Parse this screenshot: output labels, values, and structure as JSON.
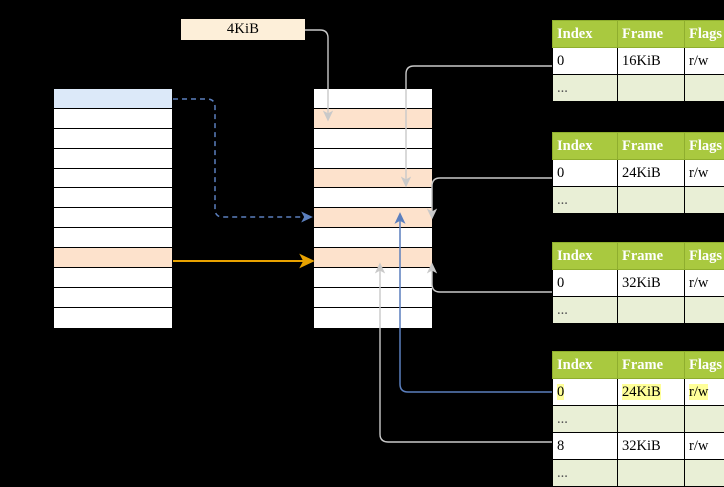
{
  "diagram": {
    "title": "multi-level-page-table-walk",
    "size_label": "4KiB",
    "colors": {
      "header_green": "#a9c93f",
      "row_alt_green": "#e9efd6",
      "peach": "#fde2cc",
      "blue_row": "#dce9f9",
      "highlight_yellow": "#ffff99",
      "orange_arrow": "#e8a200",
      "blue_arrow": "#5b7fbe",
      "gray_wire": "#bfbfbf"
    }
  },
  "left_column": {
    "name": "virtual-address-space",
    "rows": [
      {
        "label": "",
        "fill": "blue"
      },
      {
        "label": "",
        "fill": "white"
      },
      {
        "label": "",
        "fill": "white"
      },
      {
        "label": "",
        "fill": "white"
      },
      {
        "label": "",
        "fill": "white"
      },
      {
        "label": "",
        "fill": "white"
      },
      {
        "label": "",
        "fill": "white"
      },
      {
        "label": "",
        "fill": "white"
      },
      {
        "label": "",
        "fill": "peach"
      },
      {
        "label": "",
        "fill": "white"
      },
      {
        "label": "",
        "fill": "white"
      },
      {
        "label": "",
        "fill": "white"
      }
    ]
  },
  "middle_column": {
    "name": "physical-memory",
    "rows": [
      {
        "label": "",
        "fill": "white"
      },
      {
        "label": "",
        "fill": "peach"
      },
      {
        "label": "",
        "fill": "white"
      },
      {
        "label": "",
        "fill": "white"
      },
      {
        "label": "",
        "fill": "peach"
      },
      {
        "label": "",
        "fill": "white"
      },
      {
        "label": "",
        "fill": "peach"
      },
      {
        "label": "",
        "fill": "white"
      },
      {
        "label": "",
        "fill": "peach"
      },
      {
        "label": "",
        "fill": "white"
      },
      {
        "label": "",
        "fill": "white"
      },
      {
        "label": "",
        "fill": "white"
      }
    ]
  },
  "page_tables": [
    {
      "name": "page-table-level-0",
      "headers": [
        "Index",
        "Frame",
        "Flags"
      ],
      "rows": [
        {
          "cells": [
            "0",
            "16KiB",
            "r/w"
          ],
          "style": "normal"
        },
        {
          "cells": [
            "...",
            "",
            ""
          ],
          "style": "ellipsis"
        }
      ]
    },
    {
      "name": "page-table-level-1",
      "headers": [
        "Index",
        "Frame",
        "Flags"
      ],
      "rows": [
        {
          "cells": [
            "0",
            "24KiB",
            "r/w"
          ],
          "style": "normal"
        },
        {
          "cells": [
            "...",
            "",
            ""
          ],
          "style": "ellipsis"
        }
      ]
    },
    {
      "name": "page-table-level-2",
      "headers": [
        "Index",
        "Frame",
        "Flags"
      ],
      "rows": [
        {
          "cells": [
            "0",
            "32KiB",
            "r/w"
          ],
          "style": "normal"
        },
        {
          "cells": [
            "...",
            "",
            ""
          ],
          "style": "ellipsis"
        }
      ]
    },
    {
      "name": "page-table-level-3",
      "headers": [
        "Index",
        "Frame",
        "Flags"
      ],
      "rows": [
        {
          "cells": [
            "0",
            "24KiB",
            "r/w"
          ],
          "style": "highlight"
        },
        {
          "cells": [
            "...",
            "",
            ""
          ],
          "style": "ellipsis"
        },
        {
          "cells": [
            "8",
            "32KiB",
            "r/w"
          ],
          "style": "normal"
        },
        {
          "cells": [
            "...",
            "",
            ""
          ],
          "style": "ellipsis"
        }
      ]
    }
  ]
}
